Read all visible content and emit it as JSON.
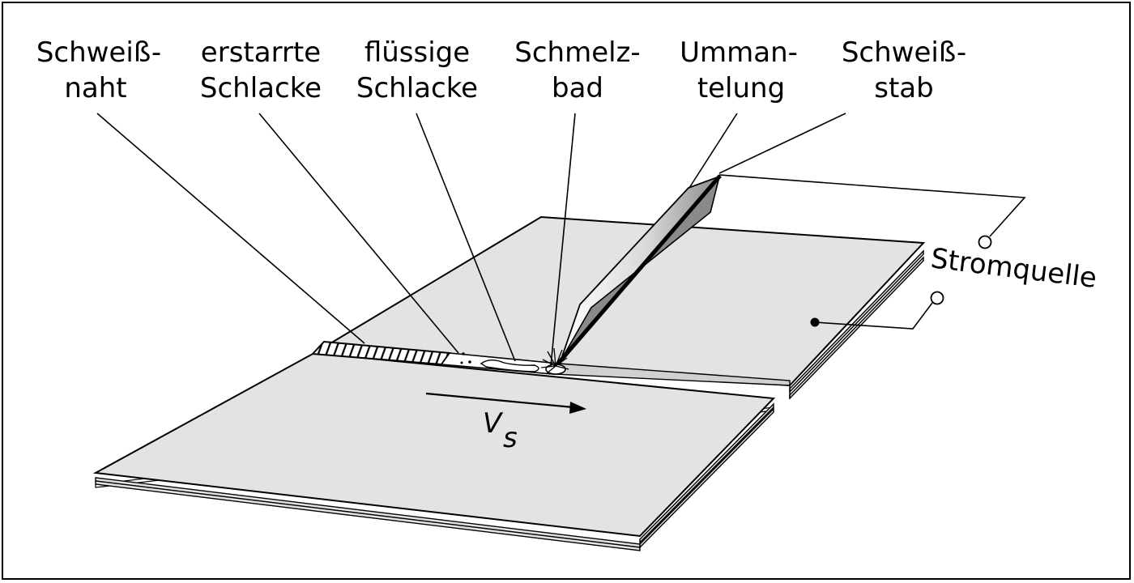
{
  "labels": {
    "schweissnaht_1": "Schweiß-",
    "schweissnaht_2": "naht",
    "erstarrte_1": "erstarrte",
    "erstarrte_2": "Schlacke",
    "fluessige_1": "flüssige",
    "fluessige_2": "Schlacke",
    "schmelzbad_1": "Schmelz-",
    "schmelzbad_2": "bad",
    "ummantelung_1": "Umman-",
    "ummantelung_2": "telung",
    "schweissstab_1": "Schweiß-",
    "schweissstab_2": "stab",
    "stromquelle": "Stromquelle",
    "velocity_main": "V",
    "velocity_sub": "s"
  },
  "colors": {
    "plate": "#e3e3e3",
    "outline": "#000000",
    "background": "#ffffff"
  }
}
